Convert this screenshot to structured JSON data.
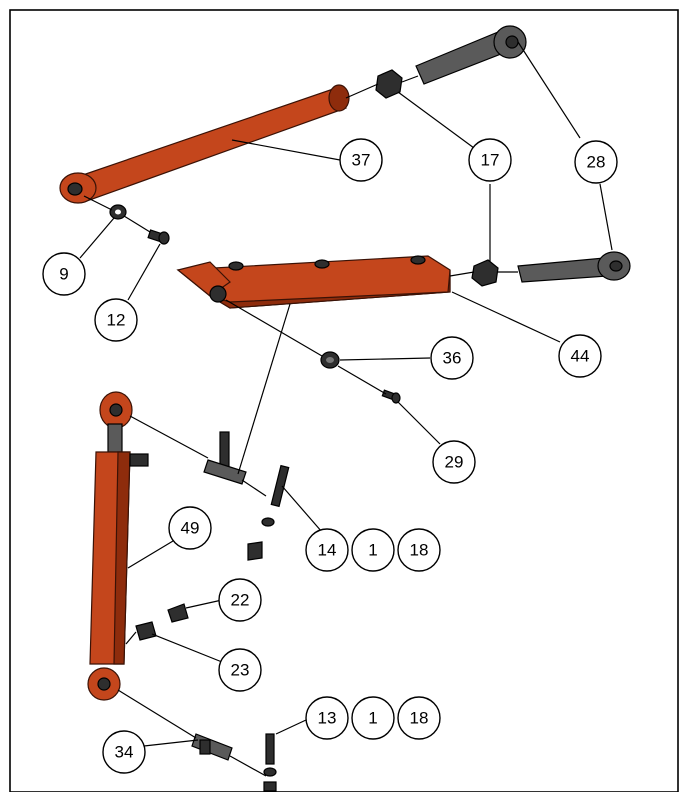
{
  "callouts": {
    "c37": "37",
    "c17": "17",
    "c28": "28",
    "c9": "9",
    "c12": "12",
    "c44": "44",
    "c36": "36",
    "c29": "29",
    "c49": "49",
    "c14": "14",
    "c1a": "1",
    "c18a": "18",
    "c22": "22",
    "c23": "23",
    "c13": "13",
    "c1b": "1",
    "c18b": "18",
    "c34": "34"
  },
  "colors": {
    "part_orange": "#c4461c",
    "part_black": "#2e2e2e",
    "line": "#000000",
    "background": "#ffffff"
  }
}
